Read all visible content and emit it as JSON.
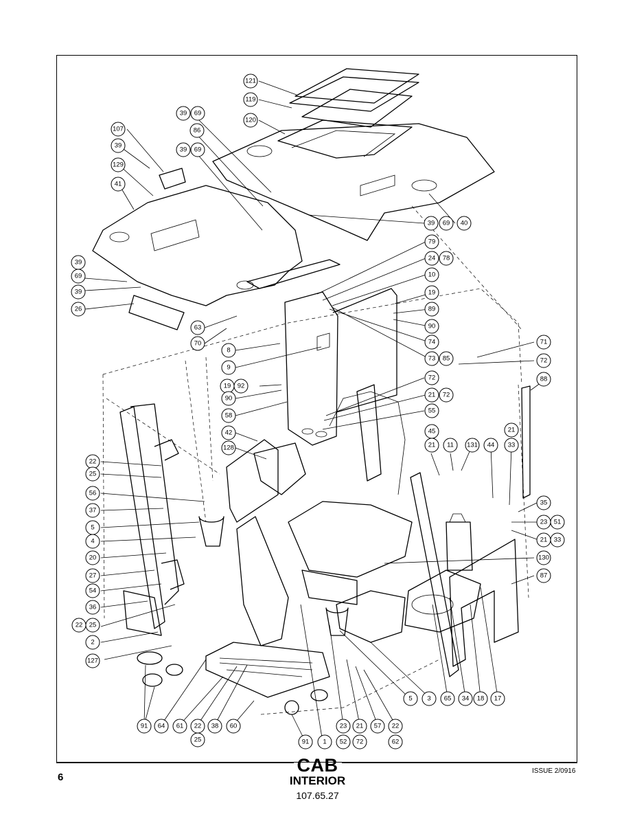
{
  "page": {
    "page_number": "6",
    "title": "CAB",
    "subtitle": "INTERIOR",
    "document_number": "107.65.27",
    "issue": "ISSUE 2/0916"
  },
  "callouts": [
    {
      "id": "c121",
      "label": "121"
    },
    {
      "id": "c119",
      "label": "119"
    },
    {
      "id": "c120",
      "label": "120"
    },
    {
      "id": "c39a",
      "label": "39"
    },
    {
      "id": "c69a",
      "label": "69"
    },
    {
      "id": "c107",
      "label": "107"
    },
    {
      "id": "c86",
      "label": "86"
    },
    {
      "id": "c39b",
      "label": "39"
    },
    {
      "id": "c69b",
      "label": "69"
    },
    {
      "id": "c39c",
      "label": "39"
    },
    {
      "id": "c129",
      "label": "129"
    },
    {
      "id": "c41",
      "label": "41"
    },
    {
      "id": "c39d",
      "label": "39"
    },
    {
      "id": "c69c",
      "label": "69"
    },
    {
      "id": "c40",
      "label": "40"
    },
    {
      "id": "c79",
      "label": "79"
    },
    {
      "id": "c24",
      "label": "24"
    },
    {
      "id": "c78",
      "label": "78"
    },
    {
      "id": "c39e",
      "label": "39"
    },
    {
      "id": "c69d",
      "label": "69"
    },
    {
      "id": "c39f",
      "label": "39"
    },
    {
      "id": "c10",
      "label": "10"
    },
    {
      "id": "c19a",
      "label": "19"
    },
    {
      "id": "c89",
      "label": "89"
    },
    {
      "id": "c90a",
      "label": "90"
    },
    {
      "id": "c26",
      "label": "26"
    },
    {
      "id": "c63",
      "label": "63"
    },
    {
      "id": "c70",
      "label": "70"
    },
    {
      "id": "c74",
      "label": "74"
    },
    {
      "id": "c8",
      "label": "8"
    },
    {
      "id": "c71",
      "label": "71"
    },
    {
      "id": "c9",
      "label": "9"
    },
    {
      "id": "c73",
      "label": "73"
    },
    {
      "id": "c85",
      "label": "85"
    },
    {
      "id": "c72a",
      "label": "72"
    },
    {
      "id": "c19b",
      "label": "19"
    },
    {
      "id": "c92",
      "label": "92"
    },
    {
      "id": "c72b",
      "label": "72"
    },
    {
      "id": "c88",
      "label": "88"
    },
    {
      "id": "c90b",
      "label": "90"
    },
    {
      "id": "c21a",
      "label": "21"
    },
    {
      "id": "c72c",
      "label": "72"
    },
    {
      "id": "c58",
      "label": "58"
    },
    {
      "id": "c55",
      "label": "55"
    },
    {
      "id": "c45",
      "label": "45"
    },
    {
      "id": "c21b",
      "label": "21"
    },
    {
      "id": "c42",
      "label": "42"
    },
    {
      "id": "c128",
      "label": "128"
    },
    {
      "id": "c21c",
      "label": "21"
    },
    {
      "id": "c11",
      "label": "11"
    },
    {
      "id": "c131",
      "label": "131"
    },
    {
      "id": "c44",
      "label": "44"
    },
    {
      "id": "c33a",
      "label": "33"
    },
    {
      "id": "c22a",
      "label": "22"
    },
    {
      "id": "c25a",
      "label": "25"
    },
    {
      "id": "c56",
      "label": "56"
    },
    {
      "id": "c35",
      "label": "35"
    },
    {
      "id": "c37",
      "label": "37"
    },
    {
      "id": "c23a",
      "label": "23"
    },
    {
      "id": "c51",
      "label": "51"
    },
    {
      "id": "c5a",
      "label": "5"
    },
    {
      "id": "c4",
      "label": "4"
    },
    {
      "id": "c21d",
      "label": "21"
    },
    {
      "id": "c33b",
      "label": "33"
    },
    {
      "id": "c20",
      "label": "20"
    },
    {
      "id": "c130",
      "label": "130"
    },
    {
      "id": "c27",
      "label": "27"
    },
    {
      "id": "c87",
      "label": "87"
    },
    {
      "id": "c54",
      "label": "54"
    },
    {
      "id": "c36",
      "label": "36"
    },
    {
      "id": "c22b",
      "label": "22"
    },
    {
      "id": "c25b",
      "label": "25"
    },
    {
      "id": "c2",
      "label": "2"
    },
    {
      "id": "c127",
      "label": "127"
    },
    {
      "id": "c5b",
      "label": "5"
    },
    {
      "id": "c3",
      "label": "3"
    },
    {
      "id": "c65",
      "label": "65"
    },
    {
      "id": "c34",
      "label": "34"
    },
    {
      "id": "c18",
      "label": "18"
    },
    {
      "id": "c17",
      "label": "17"
    },
    {
      "id": "c91a",
      "label": "91"
    },
    {
      "id": "c64",
      "label": "64"
    },
    {
      "id": "c61",
      "label": "61"
    },
    {
      "id": "c22c",
      "label": "22"
    },
    {
      "id": "c25c",
      "label": "25"
    },
    {
      "id": "c38",
      "label": "38"
    },
    {
      "id": "c60",
      "label": "60"
    },
    {
      "id": "c91b",
      "label": "91"
    },
    {
      "id": "c1",
      "label": "1"
    },
    {
      "id": "c23b",
      "label": "23"
    },
    {
      "id": "c52",
      "label": "52"
    },
    {
      "id": "c21e",
      "label": "21"
    },
    {
      "id": "c72d",
      "label": "72"
    },
    {
      "id": "c57",
      "label": "57"
    },
    {
      "id": "c22d",
      "label": "22"
    },
    {
      "id": "c62",
      "label": "62"
    }
  ]
}
